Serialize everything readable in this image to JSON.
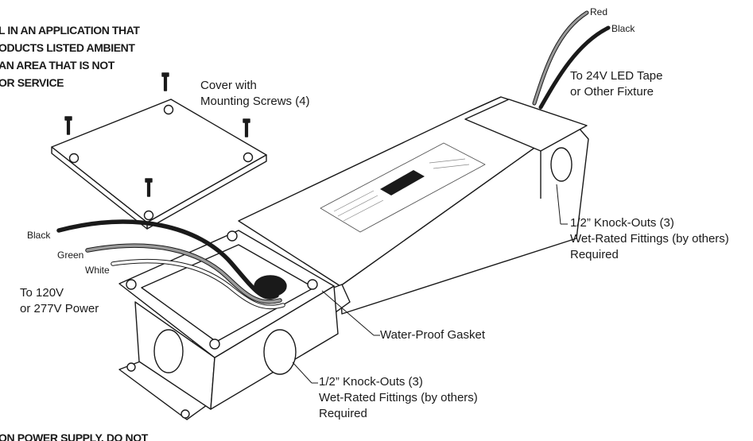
{
  "warning_top": [
    "L IN AN APPLICATION THAT",
    "ODUCTS LISTED AMBIENT",
    "AN AREA THAT IS NOT",
    "OR SERVICE"
  ],
  "warning_bottom": "ON POWER SUPPLY. DO NOT",
  "labels": {
    "cover": [
      "Cover with",
      "Mounting Screws (4)"
    ],
    "wire_red": "Red",
    "wire_black_top": "Black",
    "led_output": [
      "To 24V LED Tape",
      "or Other Fixture"
    ],
    "knockouts_right": [
      "1/2” Knock-Outs (3)",
      "Wet-Rated Fittings (by others)",
      "Required"
    ],
    "wire_black": "Black",
    "wire_green": "Green",
    "wire_white": "White",
    "power_input": [
      "To 120V",
      "or 277V Power"
    ],
    "gasket": "Water-Proof Gasket",
    "knockouts_bottom": [
      "1/2” Knock-Outs (3)",
      "Wet-Rated Fittings (by others)",
      "Required"
    ]
  }
}
